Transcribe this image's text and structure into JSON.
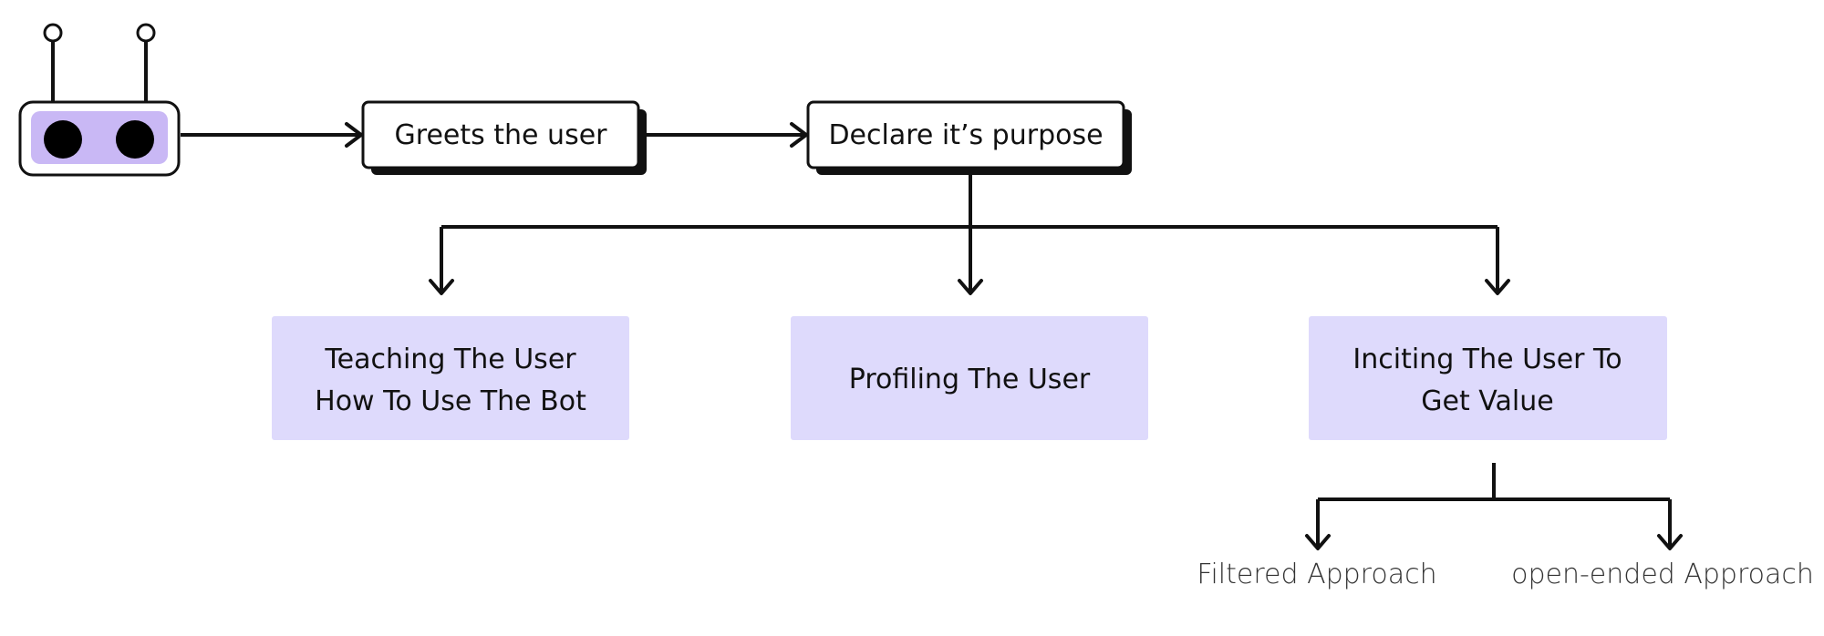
{
  "colors": {
    "card_fill": "#dedafc",
    "robot_screen": "#c9b8f5",
    "stroke": "#111111",
    "background": "#ffffff"
  },
  "nodes": {
    "greet": {
      "label": "Greets the user"
    },
    "purpose": {
      "label": "Declare it’s purpose"
    },
    "teaching": {
      "lines": [
        "Teaching The User",
        "How To Use The Bot"
      ]
    },
    "profiling": {
      "lines": [
        "Profiling The User"
      ]
    },
    "inciting": {
      "lines": [
        "Inciting The User To",
        "Get Value"
      ]
    },
    "filtered": {
      "label": "Filtered Approach"
    },
    "open_ended": {
      "label": "open-ended Approach"
    }
  },
  "icons": {
    "start": "robot-icon"
  }
}
